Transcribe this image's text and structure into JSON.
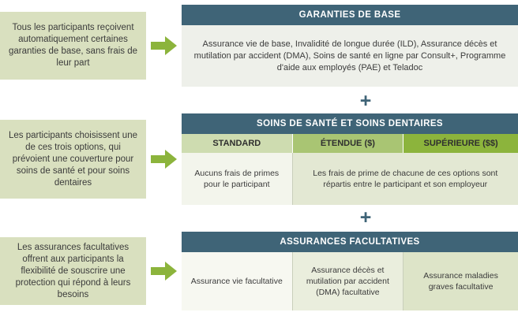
{
  "colors": {
    "header_teal": "#3f6477",
    "arrow_green": "#8cb43c",
    "desc_box_green": "#d9e0bf",
    "tier_standard": "#cedcb0",
    "tier_etendue": "#a9c573",
    "tier_superieure": "#8cb43c"
  },
  "connectors": {
    "plus_1": "+",
    "plus_2": "+"
  },
  "sections": {
    "base": {
      "description": "Tous les participants reçoivent automatiquement certaines garanties de base, sans frais de leur part",
      "header": "GARANTIES DE BASE",
      "body": "Assurance vie de base, Invalidité de longue durée (ILD), Assurance décès et mutilation par accident (DMA), Soins de santé en ligne par Consult+, Programme d'aide aux employés (PAE) et Teladoc"
    },
    "health": {
      "description": "Les participants choisissent une de ces trois options, qui prévoient une couverture pour soins de santé et pour soins dentaires",
      "header": "SOINS DE SANTÉ ET SOINS DENTAIRES",
      "tiers": [
        {
          "label": "STANDARD"
        },
        {
          "label": "ÉTENDUE ($)"
        },
        {
          "label": "SUPÉRIEURE ($$)"
        }
      ],
      "cells": [
        {
          "text": "Aucuns frais de primes pour le participant"
        },
        {
          "text": "Les frais de prime de chacune de ces options sont répartis entre le participant et son employeur"
        }
      ]
    },
    "optional": {
      "description": "Les assurances facultatives offrent aux participants la flexibilité de souscrire une protection qui répond à leurs besoins",
      "header": "ASSURANCES FACULTATIVES",
      "cells": [
        {
          "text": "Assurance vie facultative"
        },
        {
          "text": "Assurance décès et mutilation par accident (DMA) facultative"
        },
        {
          "text": "Assurance maladies graves facultative"
        }
      ]
    }
  }
}
